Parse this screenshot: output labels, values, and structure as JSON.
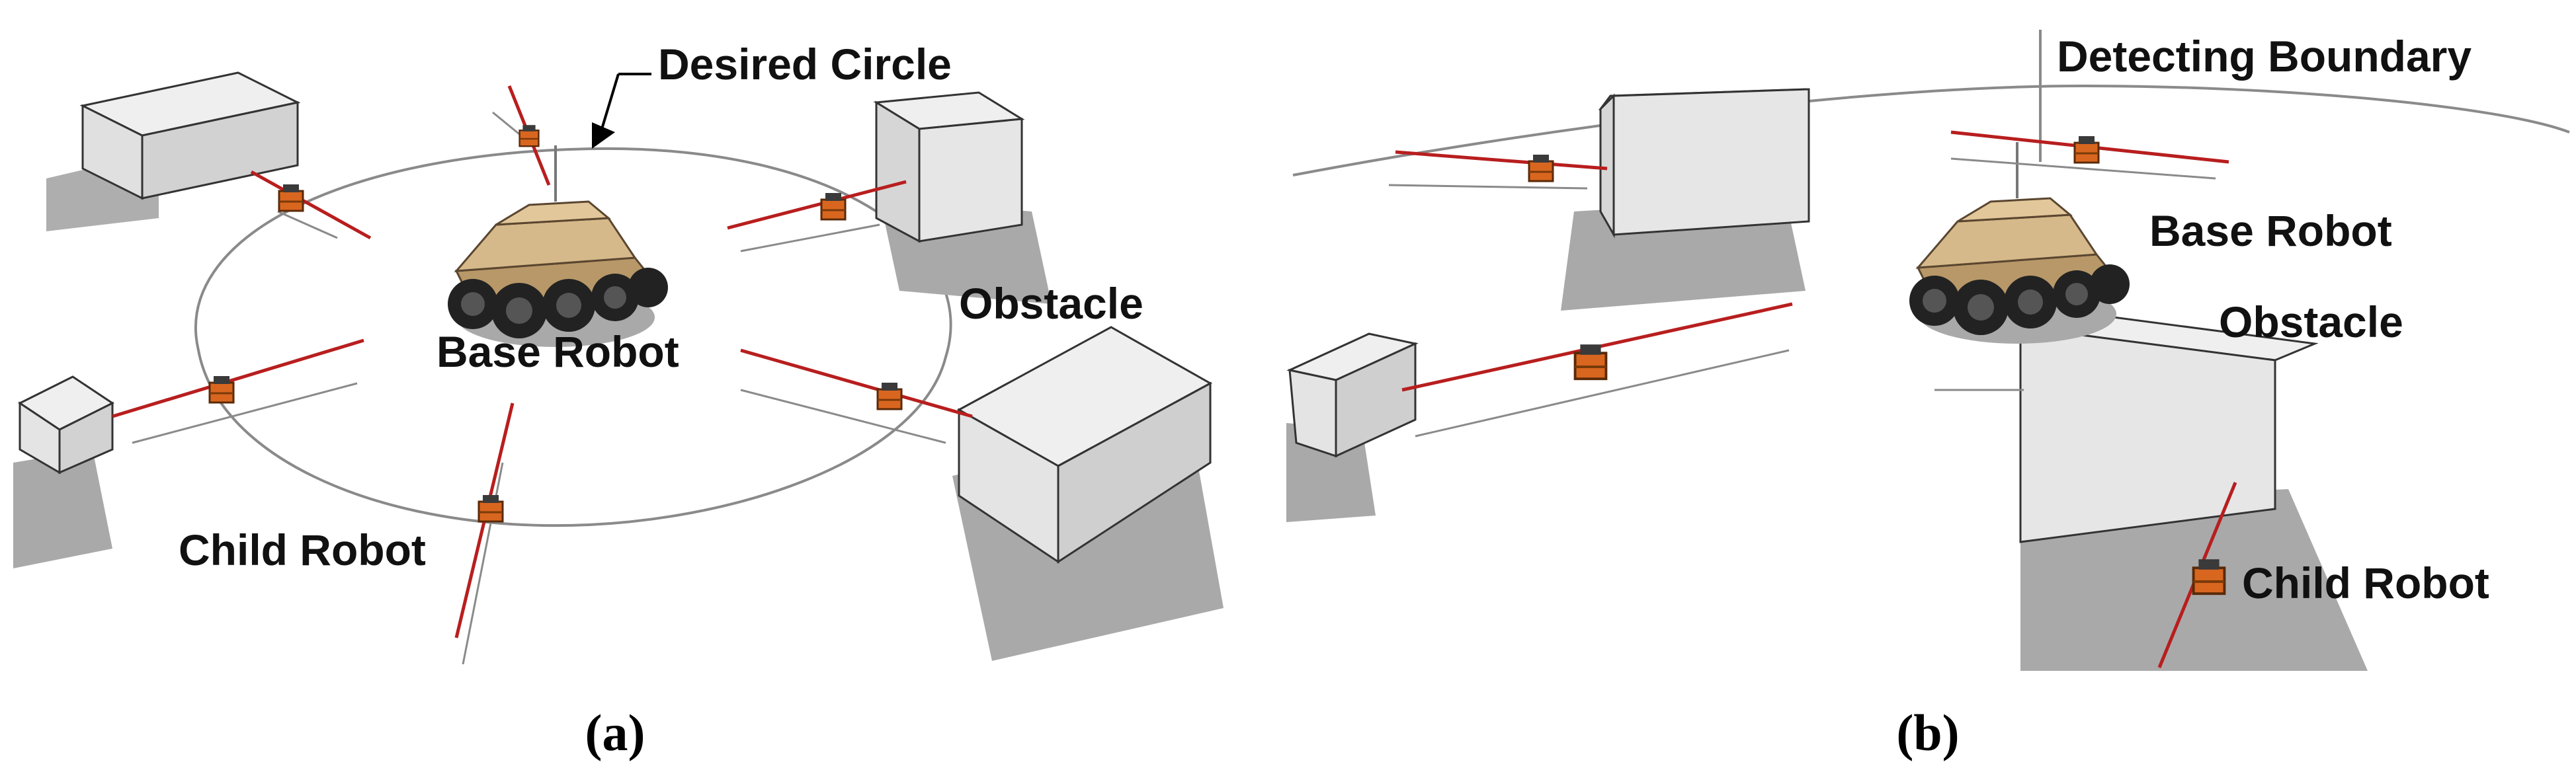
{
  "panel_a": {
    "caption": "(a)",
    "labels": {
      "desired_circle": "Desired Circle",
      "base_robot": "Base Robot",
      "obstacle": "Obstacle",
      "child_robot": "Child Robot"
    }
  },
  "panel_b": {
    "caption": "(b)",
    "labels": {
      "detecting_boundary": "Detecting Boundary",
      "base_robot": "Base Robot",
      "obstacle": "Obstacle",
      "child_robot": "Child Robot"
    }
  },
  "colors": {
    "beam": "#b81e1e",
    "child_robot_body": "#d9661f",
    "base_robot_body": "#c9a777",
    "box_light": "#e4e4e4",
    "box_top": "#efefef",
    "box_side": "#c8c8c8",
    "shadow": "#a9a9a9",
    "line": "#8a8a8a"
  }
}
